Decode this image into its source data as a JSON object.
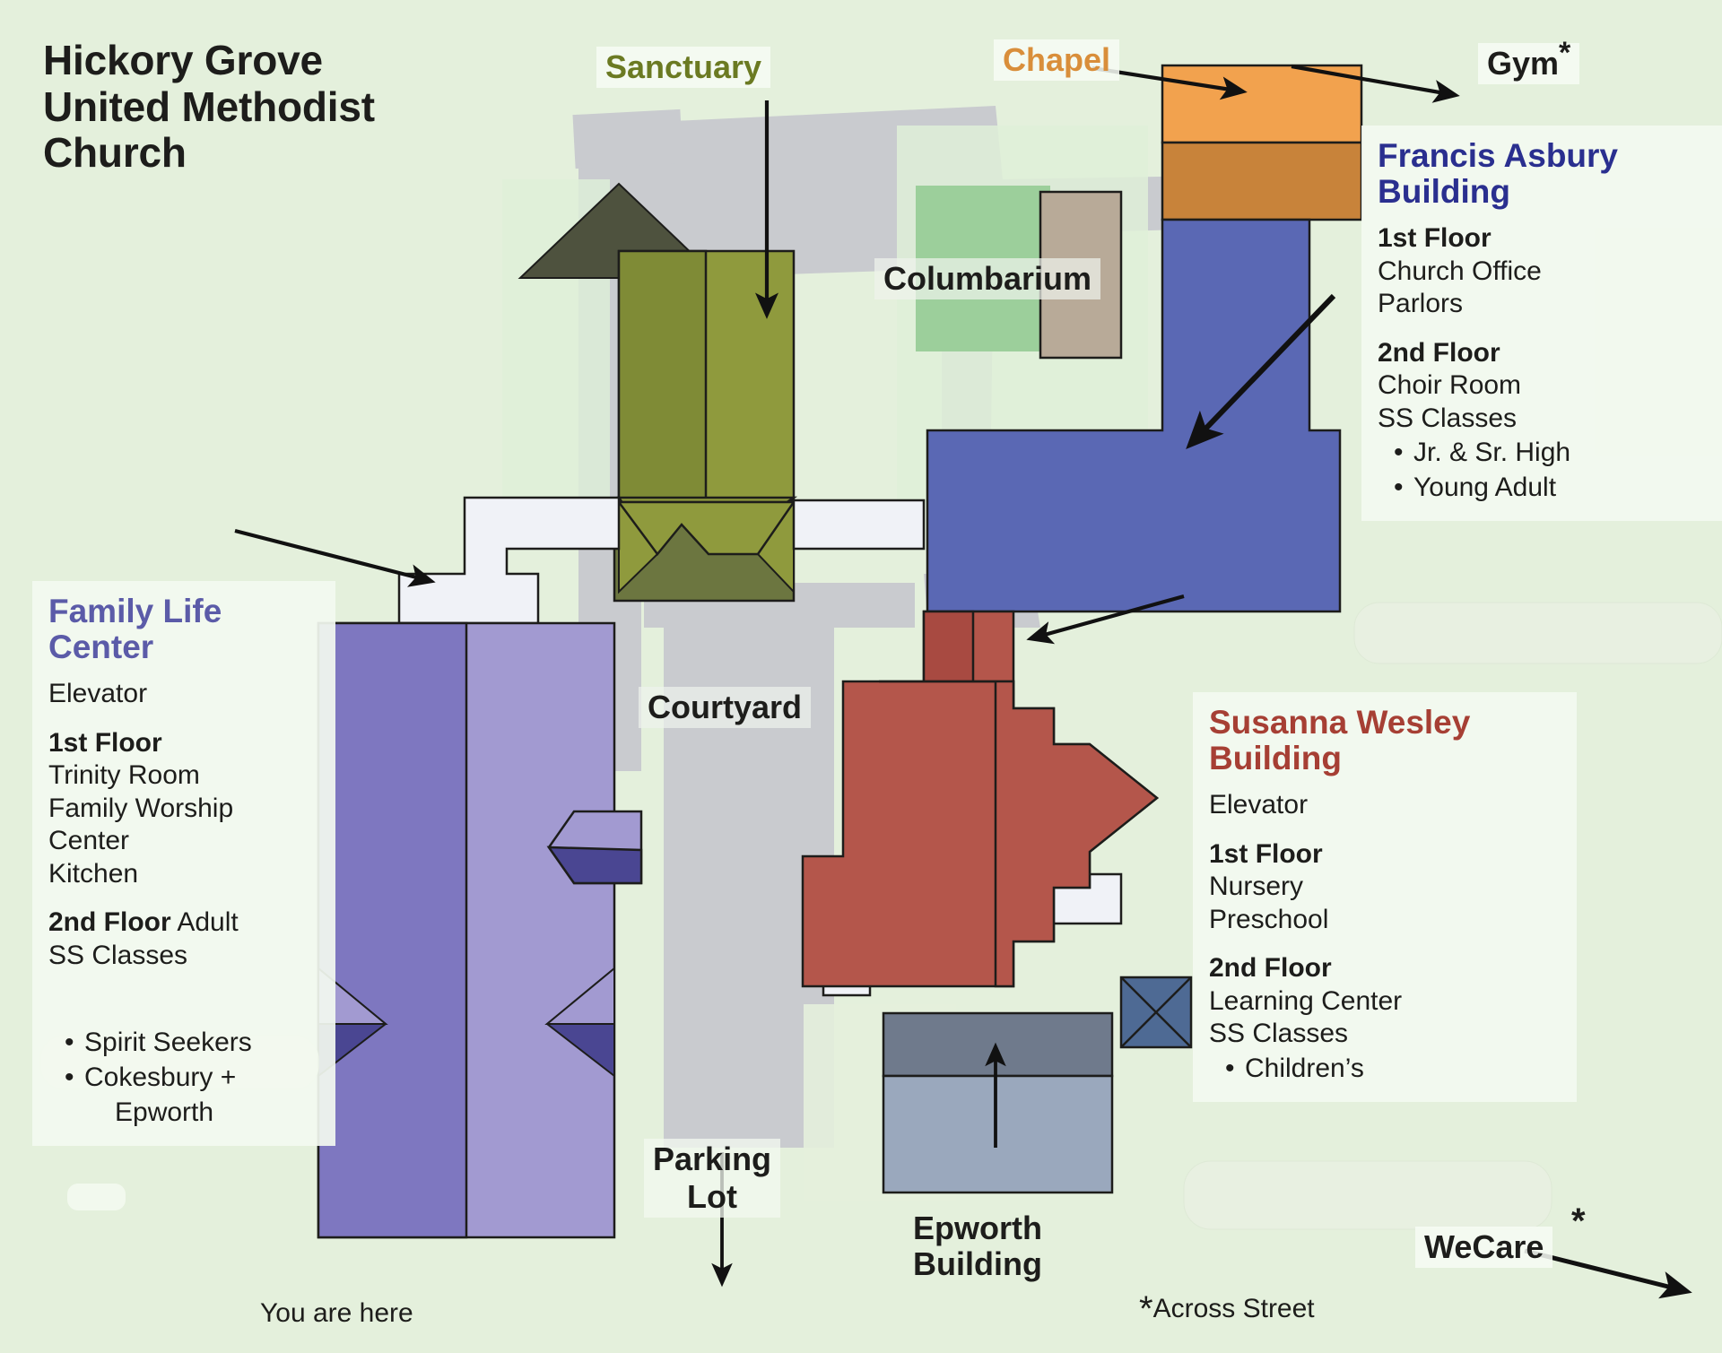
{
  "map": {
    "title_lines": [
      "Hickory Grove",
      "United Methodist",
      "Church"
    ],
    "background_color": "#e4f0dc",
    "labels": {
      "sanctuary": "Sanctuary",
      "chapel": "Chapel",
      "gym": "Gym",
      "gym_star": "*",
      "columbarium": "Columbarium",
      "courtyard": "Courtyard",
      "parking_lot_line1": "Parking",
      "parking_lot_line2": "Lot",
      "epworth_line1": "Epworth",
      "epworth_line2": "Building",
      "wecare": "WeCare",
      "wecare_star": "*",
      "across_street_star": "*",
      "across_street": "Across Street",
      "you_are_here": "You are here"
    },
    "label_colors": {
      "sanctuary": "#6b7a22",
      "chapel": "#d98e3a",
      "gym": "#1d1d1b",
      "columbarium": "#1d1d1b",
      "courtyard": "#1d1d1b",
      "francis_asbury": "#2a2f8f",
      "family_life": "#5b5ba8",
      "susanna_wesley": "#a63f34",
      "default": "#1d1d1b"
    },
    "building_colors": {
      "sanctuary_roof": "#4e523e",
      "sanctuary_body_light": "#8f9a3d",
      "sanctuary_body_dark": "#7d8a35",
      "sanctuary_base": "#6c7640",
      "chapel_top": "#f2a24e",
      "chapel_bottom": "#c8833a",
      "asbury_blue": "#5a68b4",
      "family_life_light": "#a29ad1",
      "family_life_dark": "#7e77c0",
      "family_life_accent": "#4a4692",
      "susanna_red": "#b4564b",
      "susanna_red_dark": "#a84a41",
      "epworth_gray_top": "#6f7a8c",
      "epworth_gray_bottom": "#9aa8bd",
      "elevator_block": "#4e6a94",
      "pavement": "#c9cbcf",
      "columbarium_green": "#9ccf9b",
      "columbarium_tan": "#b8aa98",
      "walkway_white": "#f0f2f7"
    }
  },
  "panels": {
    "francis_asbury": {
      "title": "Francis Asbury\nBuilding",
      "title_line1": "Francis Asbury",
      "title_line2": "Building",
      "floor1_label": "1st Floor",
      "floor1_items": [
        "Church Office",
        "Parlors"
      ],
      "floor2_label": "2nd Floor",
      "floor2_items": [
        "Choir Room",
        "SS Classes"
      ],
      "floor2_bullets": [
        "Jr. & Sr. High",
        "Young Adult"
      ]
    },
    "family_life": {
      "title_line1": "Family Life",
      "title_line2": "Center",
      "feature": "Elevator",
      "floor1_label": "1st Floor",
      "floor1_items": [
        "Trinity Room",
        "Family Worship",
        "Center",
        "Kitchen"
      ],
      "floor2_label": "2nd Floor",
      "floor2_suffix": " Adult",
      "floor2_items": [
        "SS Classes"
      ],
      "floor2_bullets": [
        "Spirit Seekers",
        "Cokesbury +",
        "Epworth"
      ]
    },
    "susanna_wesley": {
      "title_line1": "Susanna Wesley",
      "title_line2": "Building",
      "feature": "Elevator",
      "floor1_label": "1st Floor",
      "floor1_items": [
        "Nursery",
        "Preschool"
      ],
      "floor2_label": "2nd Floor",
      "floor2_items": [
        "Learning Center",
        "SS Classes"
      ],
      "floor2_bullets": [
        "Children’s"
      ]
    }
  }
}
